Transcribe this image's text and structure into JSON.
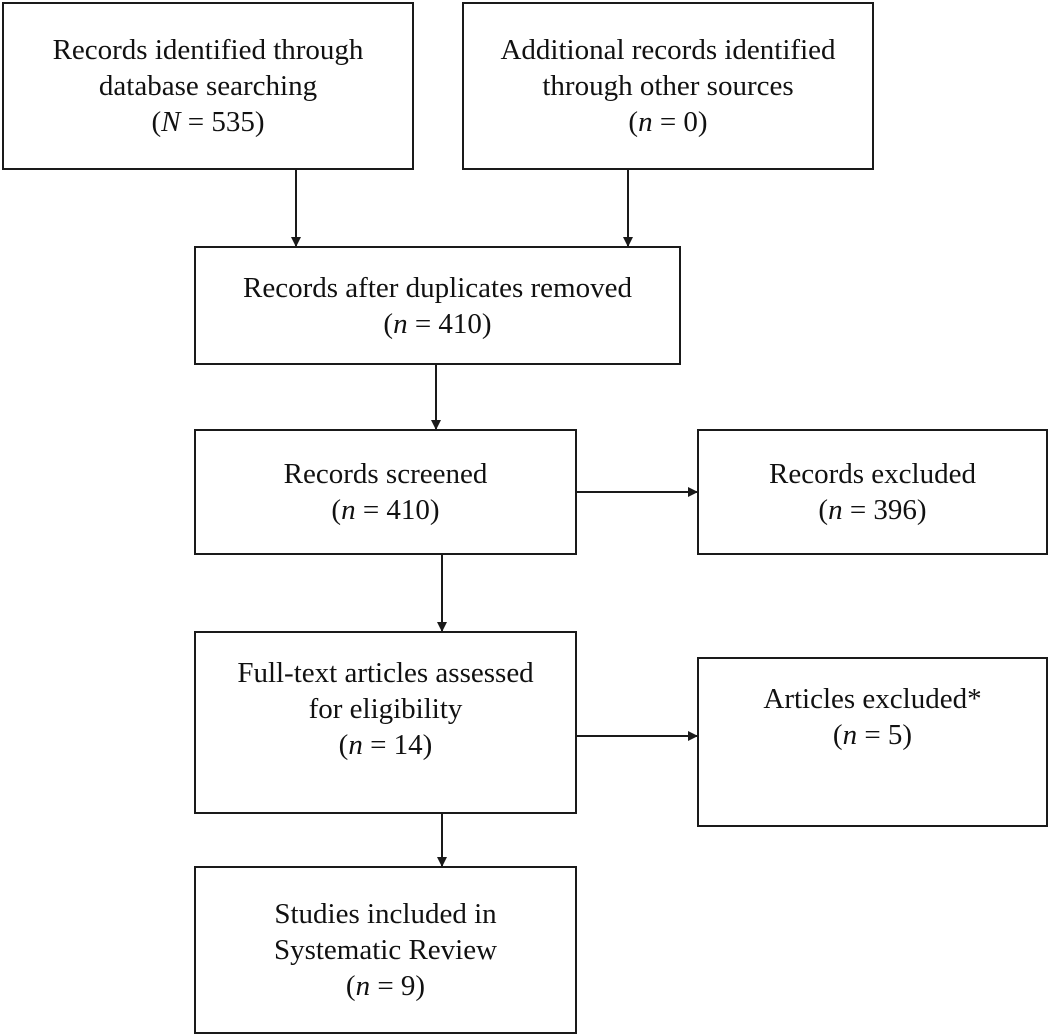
{
  "boxes": {
    "database": {
      "lines": [
        "Records identified through",
        "database searching"
      ],
      "count_var": "N",
      "count_rest": " = 535)"
    },
    "other": {
      "lines": [
        "Additional records identified",
        "through other sources"
      ],
      "count_var": "n",
      "count_rest": " = 0)"
    },
    "duplicates": {
      "lines": [
        "Records after duplicates removed"
      ],
      "count_var": "n",
      "count_rest": " = 410)"
    },
    "screened": {
      "lines": [
        "Records screened"
      ],
      "count_var": "n",
      "count_rest": " = 410)"
    },
    "excluded": {
      "lines": [
        "Records excluded"
      ],
      "count_var": "n",
      "count_rest": " = 396)"
    },
    "fulltext": {
      "lines": [
        "Full-text articles assessed",
        "for eligibility"
      ],
      "count_var": "n",
      "count_rest": " = 14)"
    },
    "articles_excluded": {
      "lines": [
        "Articles excluded*"
      ],
      "count_var": "n",
      "count_rest": " = 5)"
    },
    "included": {
      "lines": [
        "Studies included in",
        "Systematic Review"
      ],
      "count_var": "n",
      "count_rest": " = 9)"
    }
  },
  "open_paren": "("
}
